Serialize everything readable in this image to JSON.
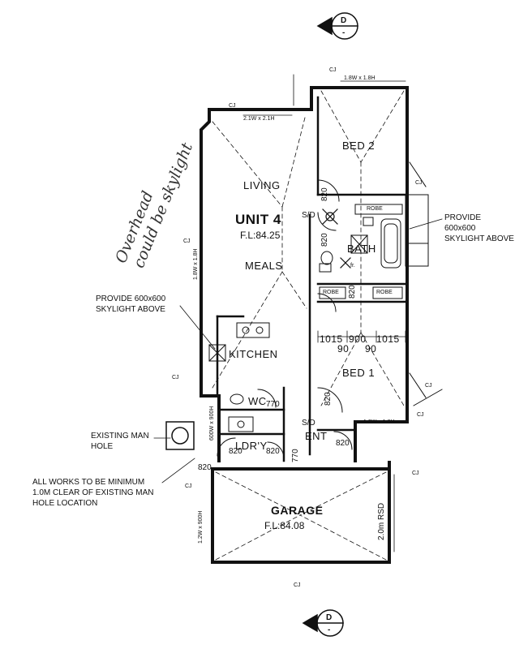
{
  "title": {
    "unit": "UNIT 4",
    "unit_fl": "F.L:84.25",
    "garage": "GARAGE",
    "garage_fl": "F.L:84.08"
  },
  "rooms": {
    "living": "LIVING",
    "meals": "MEALS",
    "kitchen": "KITCHEN",
    "bed1": "BED 1",
    "bed2": "BED 2",
    "bath": "BATH",
    "wc": "WC",
    "ldry": "LDR'Y",
    "ent": "ENT"
  },
  "fixtures": {
    "robe_top": "ROBE",
    "robe_left": "ROBE",
    "robe_right": "ROBE",
    "sd1": "S/D",
    "sd2": "S/D",
    "fr": "fr."
  },
  "dimensions": {
    "w_top_right": "1.8W x 1.8H",
    "w_top_left": "2.1W x 2.1H",
    "w_left_living": "1.8W x 1.8H",
    "w_ldry": "600W x 900H",
    "w_bed1": "1.2W x 1.8H",
    "w_garage_left": "1.2W x 900H",
    "rsd": "2.0m RSD",
    "d820_1": "820",
    "d820_2": "820",
    "d820_3": "820",
    "d820_4": "820",
    "d820_5": "820",
    "d820_6": "820",
    "d820_7": "820",
    "d820_8": "820",
    "d770_1": "770",
    "d770_2": "770",
    "robe_1015_a": "1015",
    "robe_900": "900",
    "robe_1015_b": "1015",
    "robe_90_a": "90",
    "robe_90_b": "90"
  },
  "labels": {
    "cj_1": "CJ",
    "cj_2": "CJ",
    "cj_3": "CJ",
    "cj_4": "CJ",
    "cj_5": "CJ",
    "cj_6": "CJ",
    "cj_7": "CJ",
    "cj_8": "CJ",
    "cj_9": "CJ",
    "cj_10": "CJ"
  },
  "notes": {
    "skylight_left": "PROVIDE 600x600 SKYLIGHT ABOVE",
    "skylight_right": "PROVIDE 600x600 SKYLIGHT ABOVE",
    "manhole": "EXISTING MAN HOLE",
    "clearance": "ALL WORKS TO BE MINIMUM 1.0M CLEAR OF EXISTING MAN HOLE LOCATION",
    "handwritten_1": "Overhead",
    "handwritten_2": "could be skylight"
  },
  "section_markers": {
    "top_letter": "D",
    "top_dash": "-",
    "bottom_letter": "D",
    "bottom_dash": "-"
  }
}
